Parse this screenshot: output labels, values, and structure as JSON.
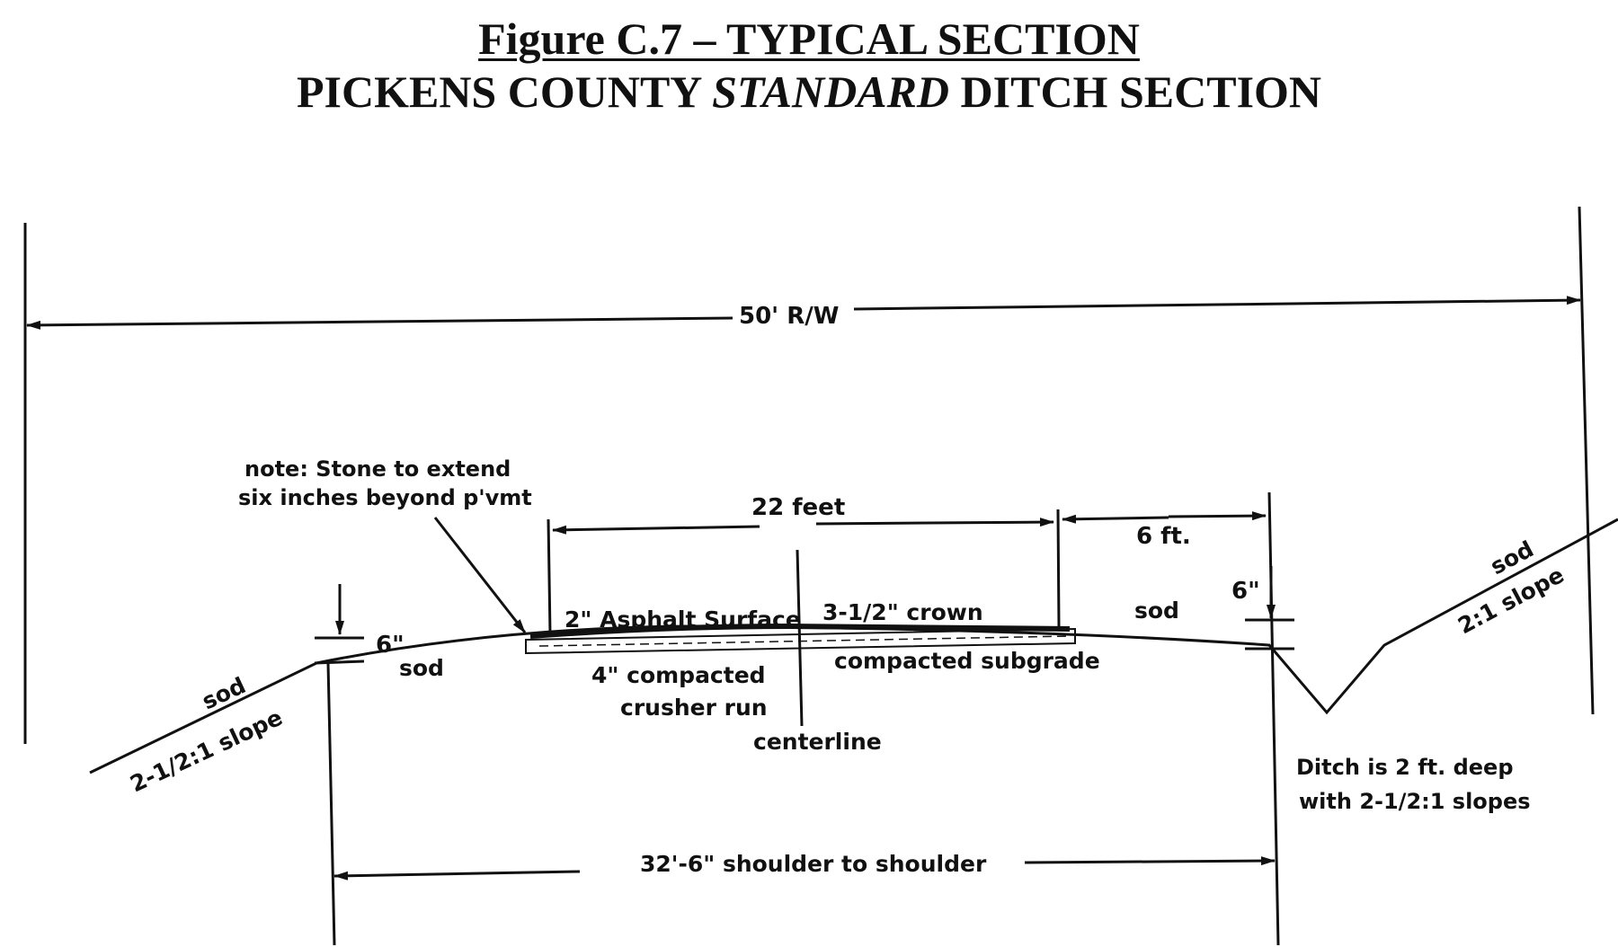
{
  "figure": {
    "title_line1": "Figure C.7 – TYPICAL SECTION",
    "title_line2_a": "PICKENS COUNTY ",
    "title_line2_b": "STANDARD",
    "title_line2_c": " DITCH SECTION"
  },
  "labels": {
    "row": "50' R/W",
    "note_line1": "note: Stone to extend",
    "note_line2": "six inches beyond p'vmt",
    "pavement_width": "22 feet",
    "shoulder_width": "6 ft.",
    "six_in_left": "6\"",
    "six_in_right": "6\"",
    "asphalt": "2\" Asphalt Surface",
    "crown": "3-1/2\" crown",
    "sod_left_slope": "sod",
    "slope_left": "2-1/2:1 slope",
    "sod_left_shoulder": "sod",
    "sod_right_shoulder": "sod",
    "sod_right_slope": "sod",
    "slope_right": "2:1 slope",
    "base_line1": "4\" compacted",
    "base_line2": "crusher run",
    "subgrade": "compacted subgrade",
    "centerline": "centerline",
    "ditch_line1": "Ditch is 2 ft. deep",
    "ditch_line2": "with 2-1/2:1 slopes",
    "shoulder_to_shoulder": "32'-6\" shoulder to shoulder"
  }
}
